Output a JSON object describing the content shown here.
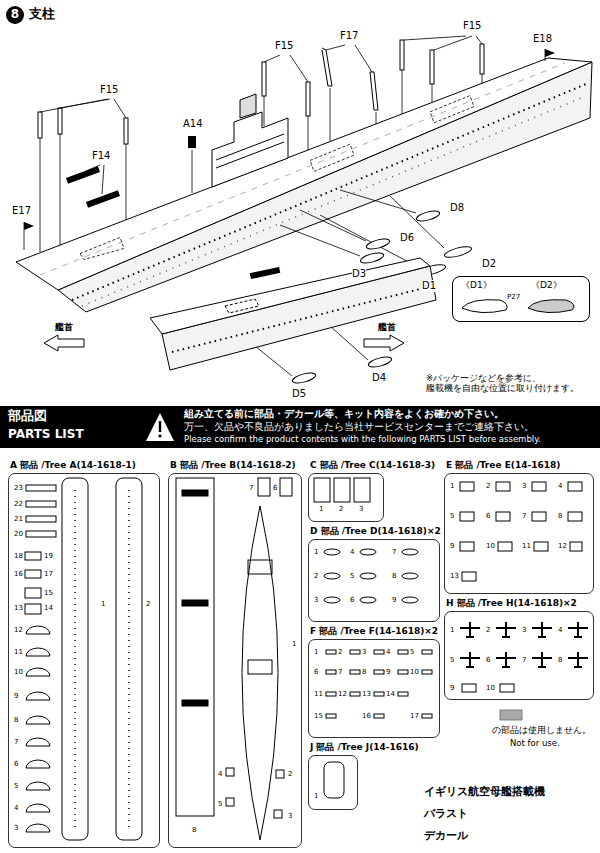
{
  "diagram": {
    "nodes": [
      {
        "text": [
          "8",
          "支柱"
        ]
      },
      {
        "text": [
          "《D1》",
          "《D2》",
          "P27"
        ]
      },
      {
        "text": [
          "部品図",
          "PARTS LIST",
          "組み立てる前に部品・デカール等、キット内容をよくお確かめ下さい。",
          "万一、欠品や不良品がありましたら当社サービスセンターまでご連絡下さい。",
          "Please confirm the product contents with the following PARTS LIST before assembly."
        ]
      },
      {
        "text": [
          "A 部品 /Tree A(14-1618-1)"
        ]
      },
      {
        "text": [
          "B 部品 /Tree B(14-1618-2)"
        ]
      },
      {
        "text": [
          "C 部品 /Tree C(14-1618-3)"
        ]
      },
      {
        "text": [
          "D 部品 /Tree D(14-1618)×2"
        ]
      },
      {
        "text": [
          "E 部品 /Tree E(14-1618)"
        ]
      },
      {
        "text": [
          "F 部品 /Tree F(14-1618)×2"
        ]
      },
      {
        "text": [
          "H 部品 /Tree H(14-1618)×2"
        ]
      },
      {
        "text": [
          "J 部品 /Tree J(14-1616)"
        ]
      }
    ],
    "labels": [
      "F15",
      "F14",
      "E17",
      "A14",
      "F15",
      "F17",
      "F15",
      "E18",
      "D8",
      "D6",
      "D2",
      "D3",
      "D1",
      "D5",
      "D4",
      "艦首",
      "艦首",
      "※パッケージなどを参考に、 艦載機を自由な位置に取り付けます。",
      "イギリス航空母艦搭載機",
      "バラスト",
      "デカール",
      "の部品は使用しません。",
      "Not for use.",
      "23",
      "22",
      "21",
      "20",
      "19",
      "18",
      "17",
      "16",
      "15",
      "14",
      "13",
      "12",
      "11",
      "10",
      "9",
      "8",
      "7",
      "6",
      "5",
      "4",
      "3",
      "2",
      "1",
      "7",
      "6",
      "1",
      "2",
      "3",
      "4",
      "5",
      "8",
      "1",
      "2",
      "3",
      "1",
      "2",
      "3",
      "4",
      "5",
      "6",
      "7",
      "8",
      "9",
      "1",
      "2",
      "3",
      "4",
      "5",
      "6",
      "7",
      "8",
      "9",
      "10",
      "11",
      "12",
      "13",
      "1",
      "2",
      "3",
      "4",
      "5",
      "6",
      "7",
      "8",
      "9",
      "10",
      "11",
      "12",
      "13",
      "14",
      "15",
      "16",
      "17",
      "1",
      "2",
      "3",
      "4",
      "5",
      "6",
      "7",
      "8",
      "9",
      "10",
      "1"
    ]
  }
}
